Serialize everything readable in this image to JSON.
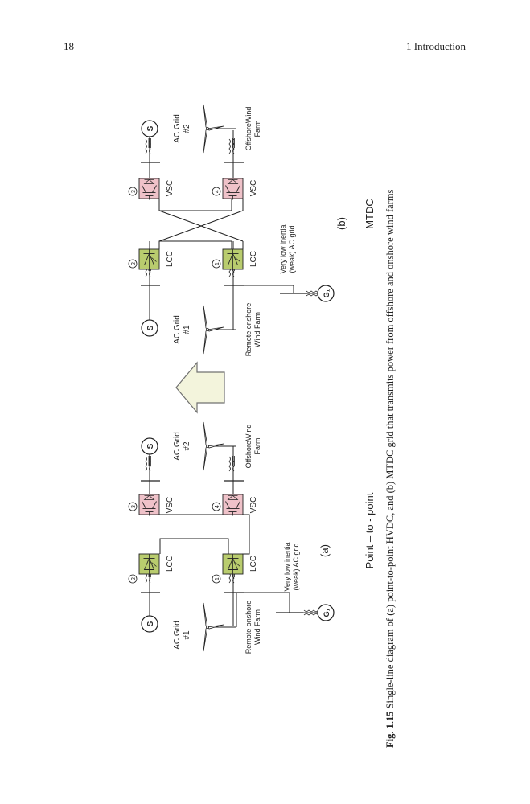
{
  "page": {
    "number": "18",
    "chapter": "1   Introduction"
  },
  "figure": {
    "caption_label": "Fig. 1.15",
    "caption_text": "Single-line diagram of (a) point-to-point HVDC, and (b) MTDC grid that transmits power from offshore and onshore wind farms",
    "panel_a": {
      "tag": "(a)",
      "title": "Point – to - point"
    },
    "panel_b": {
      "tag": "(b)",
      "title": "MTDC"
    },
    "labels": {
      "source": "S",
      "generator": "G₁",
      "ac_grid_1": [
        "AC Grid",
        "#1"
      ],
      "ac_grid_2": [
        "AC Grid",
        "#2"
      ],
      "onshore_farm": [
        "Remote onshore",
        "Wind Farm"
      ],
      "offshore_farm": [
        "OffshoreWind",
        "Farm"
      ],
      "weak_grid": [
        "Very low inertia",
        "(weak) AC grid"
      ],
      "lcc": "LCC",
      "vsc": "VSC",
      "nodes": [
        "1",
        "2",
        "3",
        "4"
      ]
    },
    "colors": {
      "lcc_fill": "#b9cc6e",
      "vsc_fill": "#efc2c9",
      "arrow_fill": "#f3f4dc",
      "arrow_stroke": "#707070"
    }
  }
}
